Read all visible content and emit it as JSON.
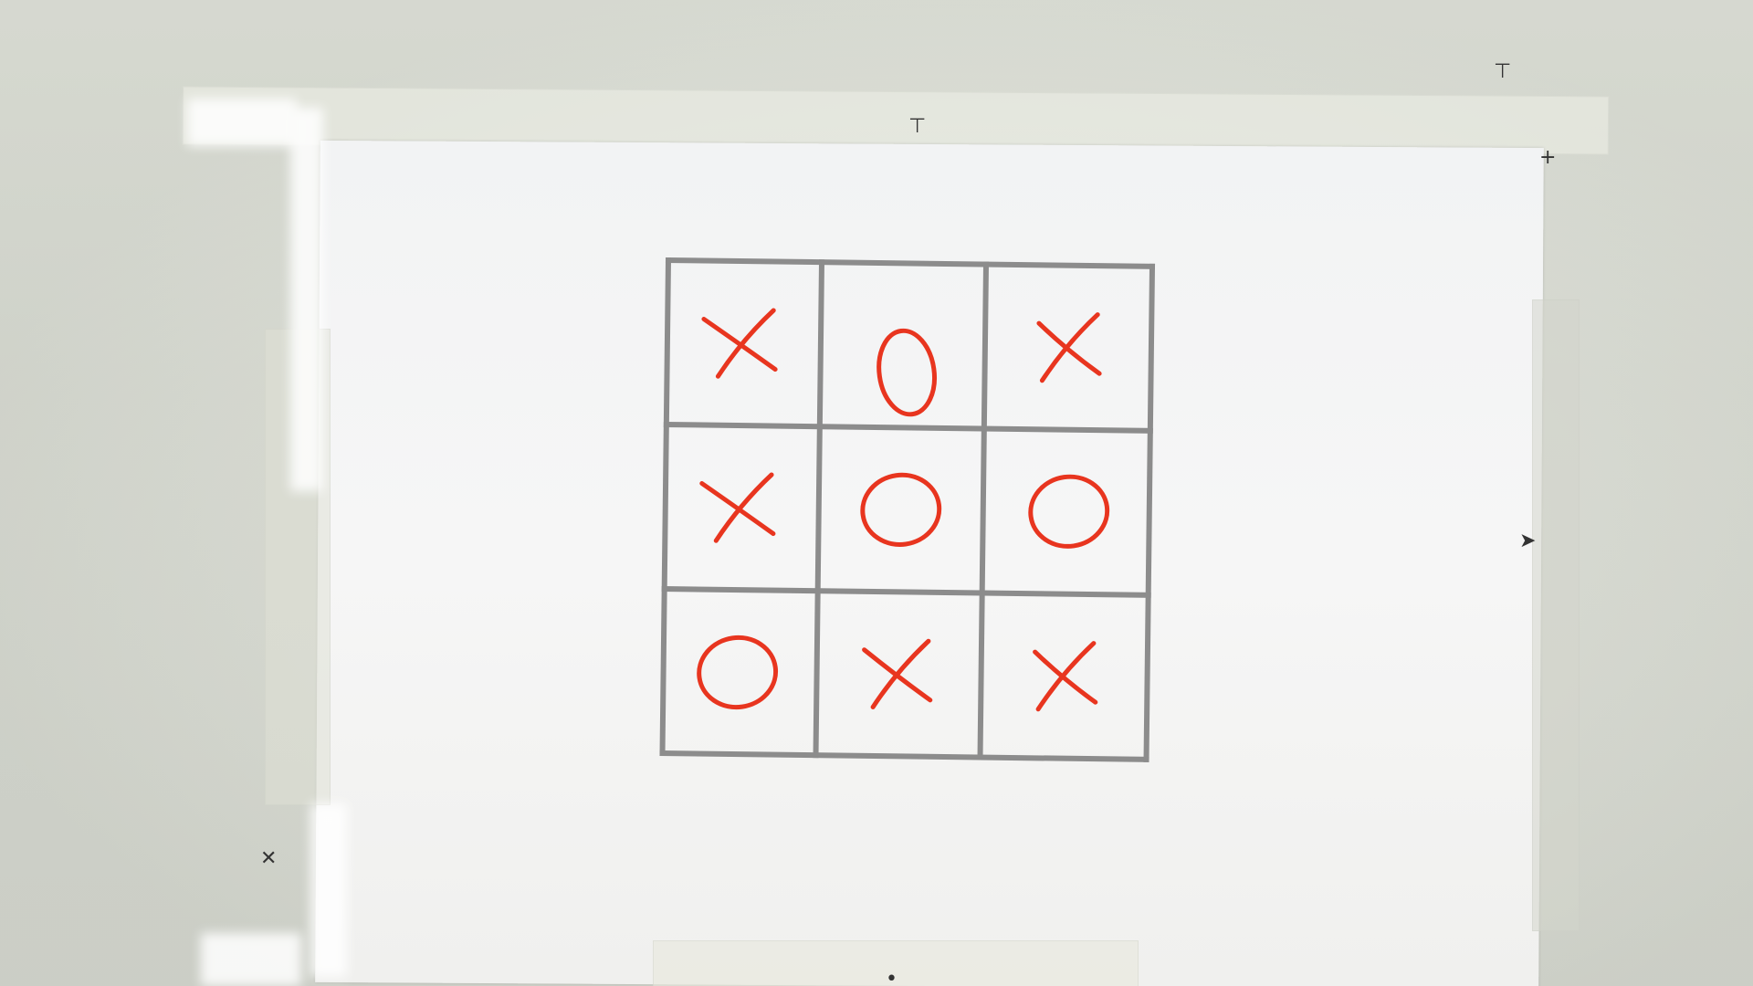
{
  "board": {
    "rows": [
      [
        "X",
        "O",
        "X"
      ],
      [
        "X",
        "O",
        "O"
      ],
      [
        "O",
        "X",
        "X"
      ]
    ],
    "mark_color": "#e8351f",
    "grid_color": "#8c8c8c"
  },
  "icons": {
    "cross": "x-mark-icon",
    "ring": "o-mark-icon",
    "pushpin": "pushpin-icon"
  },
  "colors": {
    "paper": "#f4f4f4",
    "background": "#dcdfd6",
    "ink": "#333333"
  }
}
